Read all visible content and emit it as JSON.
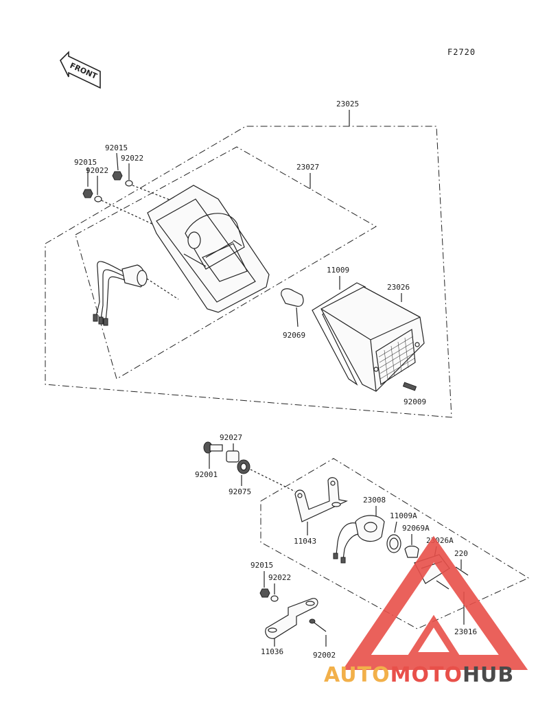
{
  "figure_code": "F2720",
  "front_label": "FRONT",
  "parts": {
    "p23025": "23025",
    "p23027": "23027",
    "p92015a": "92015",
    "p92015b": "92015",
    "p92022a": "92022",
    "p92022b": "92022",
    "p11009": "11009",
    "p23026": "23026",
    "p92069": "92069",
    "p92009": "92009",
    "p92027": "92027",
    "p92001": "92001",
    "p92075": "92075",
    "p23008": "23008",
    "p11009A": "11009A",
    "p92069A": "92069A",
    "p23026A": "23026A",
    "p220": "220",
    "p11043": "11043",
    "p92015c": "92015",
    "p92022c": "92022",
    "p23016": "23016",
    "p11036": "11036",
    "p92002": "92002"
  },
  "watermark": {
    "part1": "AUTO",
    "part2": "MOTO",
    "part3": "HUB",
    "color1": "#f2b04a",
    "color2": "#e8504a",
    "color3": "#4a4a4a",
    "triangle_color": "#e8504a"
  }
}
